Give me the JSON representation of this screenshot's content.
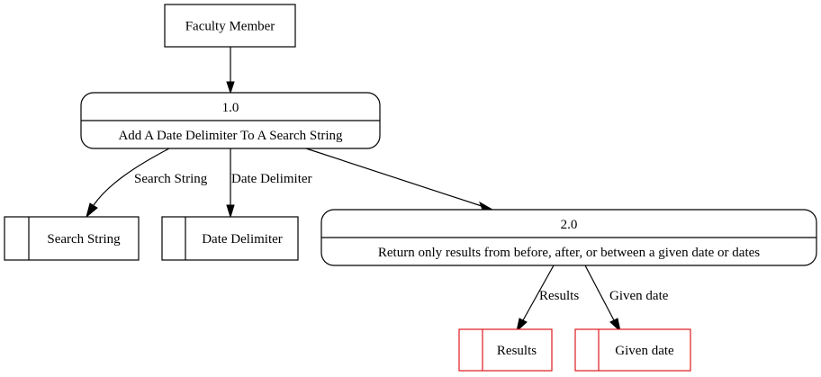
{
  "nodes": {
    "faculty": {
      "label": "Faculty Member"
    },
    "process1": {
      "id": "1.0",
      "label": "Add A Date Delimiter To A Search String"
    },
    "process2": {
      "id": "2.0",
      "label": "Return only results from before, after, or between a given date or dates"
    },
    "store_search": {
      "label": "Search String"
    },
    "store_date": {
      "label": "Date Delimiter"
    },
    "store_results": {
      "label": "Results"
    },
    "store_given": {
      "label": "Given date"
    }
  },
  "edges": {
    "search_string": "Search String",
    "date_delimiter": "Date Delimiter",
    "results": "Results",
    "given_date": "Given date"
  },
  "colors": {
    "node_stroke": "#000000",
    "output_stroke": "#e0191d"
  }
}
